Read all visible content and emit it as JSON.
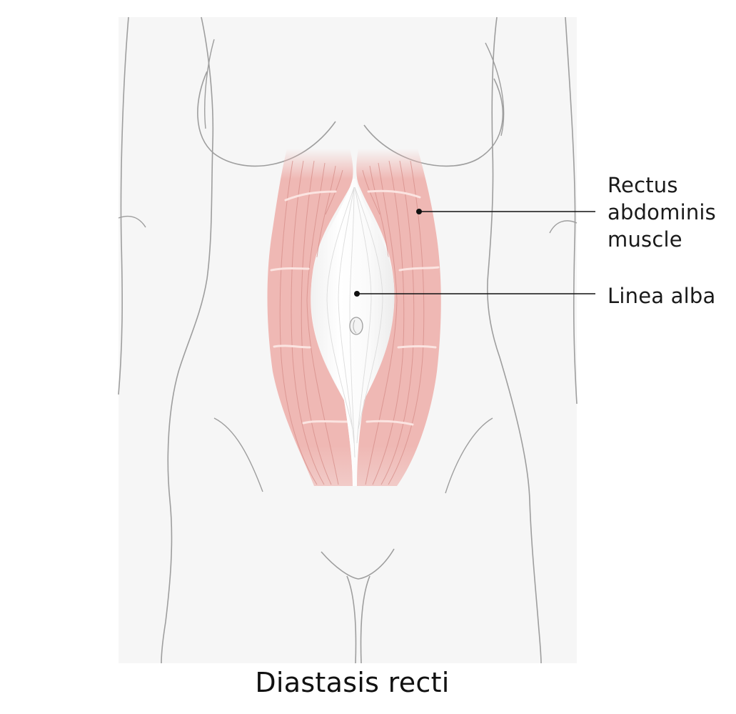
{
  "diagram": {
    "caption": "Diastasis recti",
    "labels": {
      "rectus_line1": "Rectus",
      "rectus_line2": "abdominis",
      "rectus_line3": "muscle",
      "linea_alba": "Linea alba"
    },
    "colors": {
      "background": "#ffffff",
      "body_fill": "#f6f6f6",
      "body_outline": "#9e9e9e",
      "muscle_fill": "#efb8b4",
      "muscle_fiber": "#d68d88",
      "tendon_band": "#fbe4e1",
      "linea_alba_fill": "#ffffff",
      "leader_line": "#111111"
    }
  }
}
